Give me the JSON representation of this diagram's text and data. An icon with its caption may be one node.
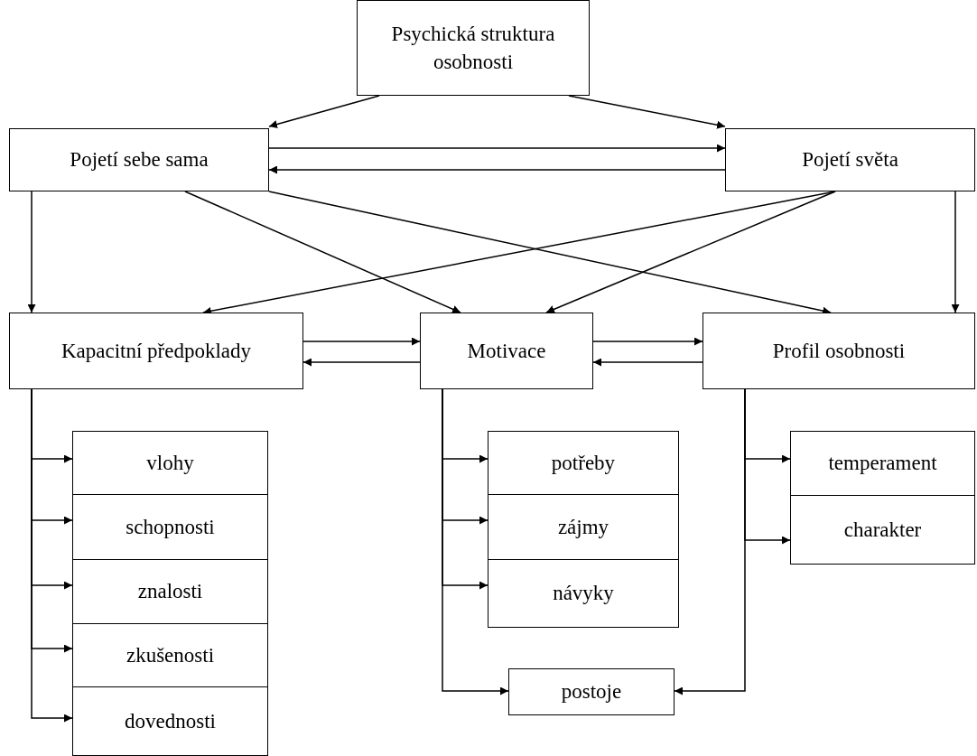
{
  "diagram": {
    "nodes": [
      {
        "text": [
          "Psychická struktura osobnosti"
        ]
      },
      {
        "text": [
          "Pojetí sebe sama"
        ]
      },
      {
        "text": [
          "Pojetí světa"
        ]
      },
      {
        "text": [
          "Kapacitní předpoklady"
        ]
      },
      {
        "text": [
          "Motivace"
        ]
      },
      {
        "text": [
          "Profil osobnosti"
        ]
      },
      {
        "text": [
          "vlohy"
        ]
      },
      {
        "text": [
          "schopnosti"
        ]
      },
      {
        "text": [
          "znalosti"
        ]
      },
      {
        "text": [
          "zkušenosti"
        ]
      },
      {
        "text": [
          "dovednosti"
        ]
      },
      {
        "text": [
          "potřeby"
        ]
      },
      {
        "text": [
          "zájmy"
        ]
      },
      {
        "text": [
          "návyky"
        ]
      },
      {
        "text": [
          "temperament"
        ]
      },
      {
        "text": [
          "charakter"
        ]
      },
      {
        "text": [
          "postoje"
        ]
      }
    ],
    "edges": [
      {
        "from": 0,
        "to": 1,
        "arrow": "to"
      },
      {
        "from": 0,
        "to": 2,
        "arrow": "to"
      },
      {
        "from": 1,
        "to": 2,
        "arrow": "to"
      },
      {
        "from": 2,
        "to": 1,
        "arrow": "to"
      },
      {
        "from": 1,
        "to": 3,
        "arrow": "to"
      },
      {
        "from": 1,
        "to": 4,
        "arrow": "to"
      },
      {
        "from": 1,
        "to": 5,
        "arrow": "to"
      },
      {
        "from": 2,
        "to": 3,
        "arrow": "to"
      },
      {
        "from": 2,
        "to": 4,
        "arrow": "to"
      },
      {
        "from": 2,
        "to": 5,
        "arrow": "to"
      },
      {
        "from": 3,
        "to": 4,
        "arrow": "to"
      },
      {
        "from": 4,
        "to": 3,
        "arrow": "to"
      },
      {
        "from": 4,
        "to": 5,
        "arrow": "to"
      },
      {
        "from": 5,
        "to": 4,
        "arrow": "to"
      },
      {
        "from": 3,
        "to": 6,
        "arrow": "to"
      },
      {
        "from": 3,
        "to": 7,
        "arrow": "to"
      },
      {
        "from": 3,
        "to": 8,
        "arrow": "to"
      },
      {
        "from": 3,
        "to": 9,
        "arrow": "to"
      },
      {
        "from": 3,
        "to": 10,
        "arrow": "to"
      },
      {
        "from": 4,
        "to": 11,
        "arrow": "to"
      },
      {
        "from": 4,
        "to": 12,
        "arrow": "to"
      },
      {
        "from": 4,
        "to": 13,
        "arrow": "to"
      },
      {
        "from": 4,
        "to": 16,
        "arrow": "to"
      },
      {
        "from": 5,
        "to": 14,
        "arrow": "to"
      },
      {
        "from": 5,
        "to": 15,
        "arrow": "to"
      },
      {
        "from": 5,
        "to": 16,
        "arrow": "to"
      }
    ]
  }
}
